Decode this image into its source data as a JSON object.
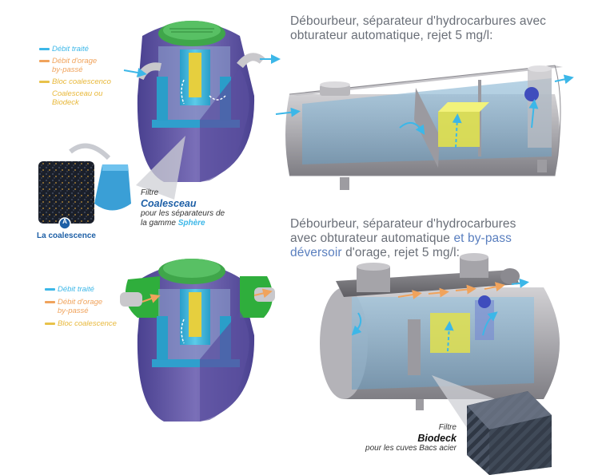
{
  "colors": {
    "treated_flow": "#3cb7e8",
    "storm_flow": "#f0a35c",
    "coalescence_block": "#e8c24a",
    "tank_purple": "#6a5fa8",
    "tank_steel": "#a8a7ab",
    "accent_blue": "#5a7fbf"
  },
  "top_left": {
    "legend": [
      {
        "label": "Débit traité",
        "color": "#3cb7e8",
        "swatch": true
      },
      {
        "label": "Débit d'orage",
        "color": "#f0a35c",
        "swatch": true
      },
      {
        "label": "by-passé",
        "color": "#f0a35c",
        "swatch": false
      },
      {
        "label": "Bloc coalescenco",
        "color": "#e8c24a",
        "swatch": true
      },
      {
        "label": "Coalesceau ou",
        "color": "#e8c24a",
        "swatch": false
      },
      {
        "label": "Biodeck",
        "color": "#e8c24a",
        "swatch": false
      }
    ],
    "filter_caption": {
      "line1": "Filtre",
      "brand": "Coalesceau",
      "line3": "pour les séparateurs de",
      "line4_prefix": "la gamme",
      "line4_brand": "Sphère"
    },
    "badge": "A",
    "coalescence_label": "La coalescence"
  },
  "top_right": {
    "title_line1": "Débourbeur, séparateur d'hydrocarbures avec",
    "title_line2": "obturateur automatique, rejet 5 mg/l:"
  },
  "bottom_left": {
    "legend": [
      {
        "label": "Débit traité",
        "color": "#3cb7e8",
        "swatch": true
      },
      {
        "label": "Débit d'orage",
        "color": "#f0a35c",
        "swatch": true
      },
      {
        "label": "by-passé",
        "color": "#f0a35c",
        "swatch": false
      },
      {
        "label": "Bloc coalescence",
        "color": "#e8c24a",
        "swatch": true
      }
    ]
  },
  "bottom_right": {
    "title_line1": "Débourbeur, séparateur d'hydrocarbures",
    "title_line2_a": "avec obturateur automatique",
    "title_line2_b": "et by-pass",
    "title_line3_a": "déversoir",
    "title_line3_b": "d'orage, rejet 5 mg/l:",
    "filter_caption": {
      "line1": "Filtre",
      "brand": "Biodeck",
      "line3": "pour les cuves Bacs acier"
    }
  }
}
